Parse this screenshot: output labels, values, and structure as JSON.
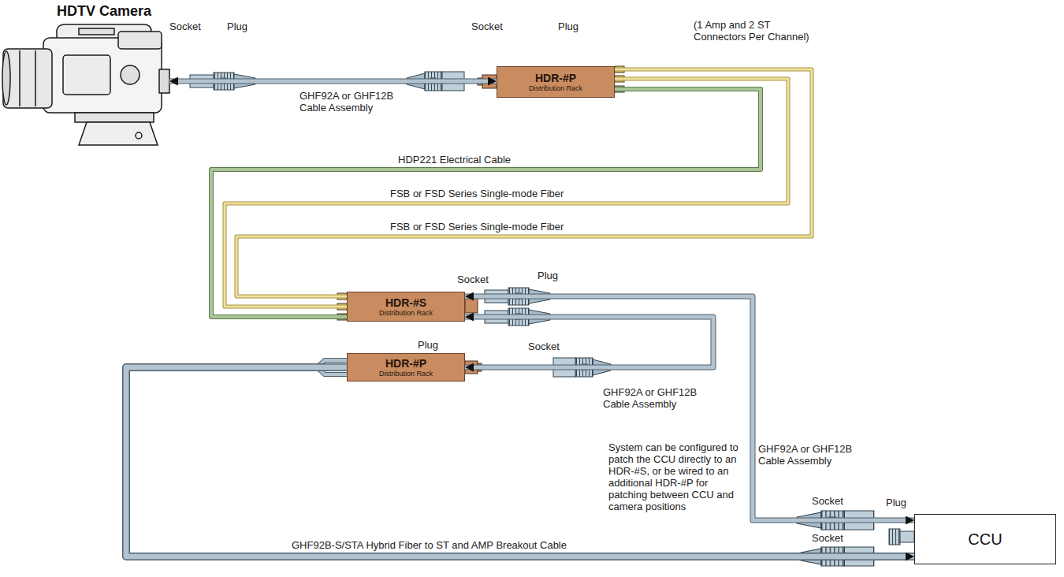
{
  "diagram": {
    "nodes": [
      {
        "text": [
          "HDTV Camera"
        ]
      },
      {
        "text": [
          "HDR-#P",
          "Distribution Rack"
        ]
      },
      {
        "text": [
          "HDR-#S",
          "Distribution Rack"
        ]
      },
      {
        "text": [
          "HDR-#P",
          "Distribution Rack"
        ]
      },
      {
        "text": [
          "CCU"
        ]
      }
    ],
    "edges": [
      {
        "from": 0,
        "to": 1,
        "label": "GHF92A or GHF12B Cable Assembly",
        "arrow": "both"
      },
      {
        "from": 1,
        "to": 2,
        "label": "HDP221 Electrical Cable",
        "arrow": "none"
      },
      {
        "from": 1,
        "to": 2,
        "label": "FSB or FSD Series Single-mode Fiber",
        "arrow": "none"
      },
      {
        "from": 1,
        "to": 2,
        "label": "FSB or FSD Series Single-mode Fiber",
        "arrow": "none"
      },
      {
        "from": 2,
        "to": 4,
        "label": "GHF92A or GHF12B Cable Assembly",
        "arrow": "both"
      },
      {
        "from": 2,
        "to": 3,
        "label": "GHF92A or GHF12B Cable Assembly",
        "arrow": "both"
      },
      {
        "from": 3,
        "to": 4,
        "label": "GHF92B-S/STA Hybrid Fiber to ST and AMP Breakout Cable",
        "arrow": "to"
      }
    ],
    "labels": [
      "Socket",
      "Plug",
      "Socket",
      "Plug",
      "(1 Amp and 2 ST Connectors Per Channel)",
      "Plug",
      "Socket",
      "Plug",
      "Socket",
      "System can be configured to patch the CCU directly to an HDR-#S, or be wired to an additional HDR-#P for patching between CCU and camera positions",
      "Socket",
      "Plug",
      "Socket"
    ]
  }
}
